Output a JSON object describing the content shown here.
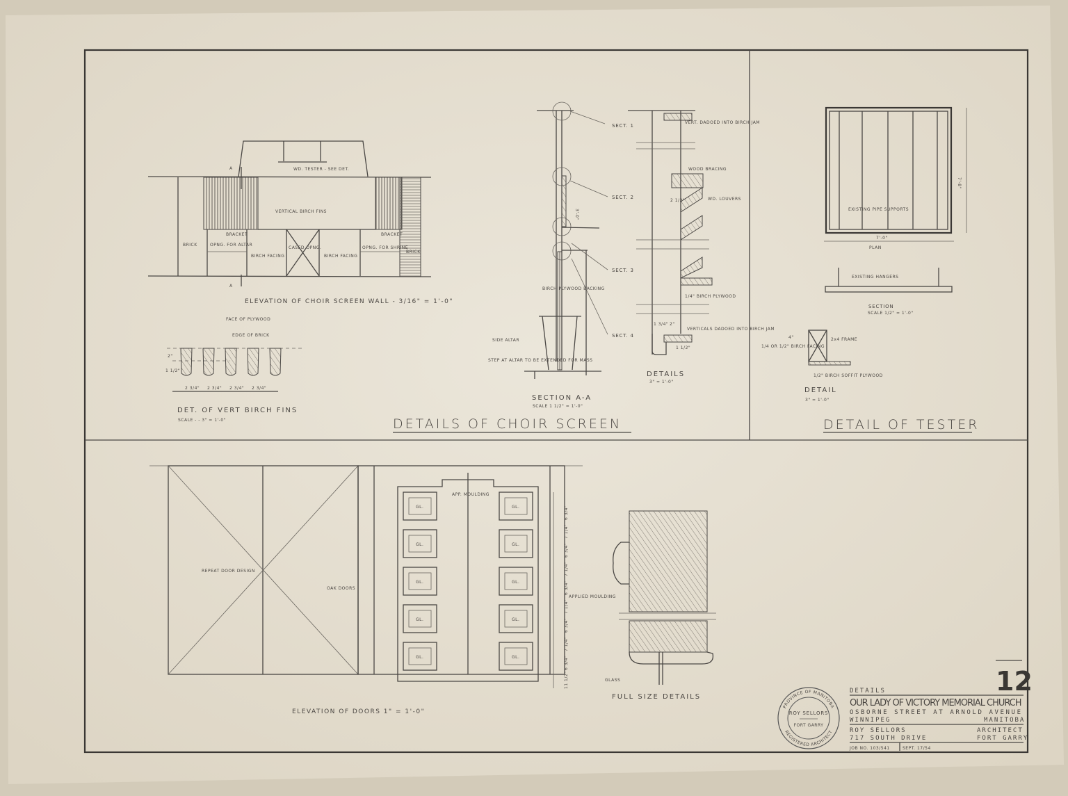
{
  "sheet_number": "12",
  "choir_screen": {
    "title": "DETAILS OF CHOIR SCREEN",
    "elevation": {
      "caption": "ELEVATION OF CHOIR SCREEN WALL - 3/16\" = 1'-0\"",
      "section_mark": "A",
      "labels": {
        "tester": "WD. TESTER - SEE DET.",
        "fins": "VERTICAL BIRCH FINS",
        "bracket_left": "BRACKET",
        "bracket_right": "BRACKET",
        "brick_left": "BRICK",
        "brick_right": "BRICK",
        "open_altar": "OPNG. FOR ALTAR",
        "birch_facing_left": "BIRCH FACING",
        "cased_opng": "CASED OPNG.",
        "birch_facing_right": "BIRCH FACING",
        "open_shrine": "OPNG. FOR SHRINE"
      }
    },
    "fins_detail": {
      "caption": "DET. OF VERT BIRCH FINS",
      "scale": "SCALE  -  -  3\" = 1'-0\"",
      "face_of_plywood": "FACE OF PLYWOOD",
      "edge_of_brick": "EDGE OF BRICK",
      "dims": [
        "2 3/4\"",
        "2 3/4\"",
        "2 3/4\"",
        "2 3/4\""
      ],
      "dim_vert_top": "2\"",
      "dim_vert_bottom": "1 1/2\""
    },
    "section": {
      "caption": "SECTION A-A",
      "scale": "SCALE 1 1/2\" = 1'-0\"",
      "sect_1": "SECT. 1",
      "sect_2": "SECT. 2",
      "sect_3": "SECT. 3",
      "sect_4": "SECT. 4",
      "dim": "3'-0\"",
      "backing": "BIRCH PLYWOOD BACKING",
      "side_altar": "SIDE ALTAR",
      "step_note": "STEP AT ALTAR TO BE EXTENDED FOR MASS"
    },
    "details": {
      "caption": "DETAILS",
      "scale": "3\" = 1'-0\"",
      "vert_dadoed": "VERT. DADOED INTO BIRCH JAM",
      "wood_bracing": "WOOD BRACING",
      "louvers": "WD. LOUVERS",
      "dim_louver": "2 1/2\"",
      "plywood": "1/4\" BIRCH PLYWOOD",
      "verticals_dadoed": "VERTICALS DADOED INTO BIRCH JAM",
      "dim_a": "1 3/4\"",
      "dim_b": "2\"",
      "dim_c": "1 1/2\""
    }
  },
  "tester": {
    "title": "DETAIL OF TESTER",
    "plan_caption": "PLAN",
    "pipe_supports": "EXISTING PIPE SUPPORTS",
    "dim_width": "7'-0\"",
    "dim_depth": "7'-8\"",
    "section_caption": "SECTION",
    "section_scale": "SCALE 1/2\" = 1'-0\"",
    "hangers": "EXISTING HANGERS",
    "detail_caption": "DETAIL",
    "detail_scale": "3\" = 1'-0\"",
    "facing": "1/4 OR 1/2\" BIRCH FACING",
    "frame": "2x4 FRAME",
    "soffit": "1/2\" BIRCH SOFFIT PLYWOOD",
    "dim_small": "4\""
  },
  "doors": {
    "caption": "ELEVATION OF DOORS  1\" = 1'-0\"",
    "repeat": "REPEAT DOOR DESIGN",
    "oak_doors": "OAK DOORS",
    "moulding": "APP. MOULDING",
    "panel_label": "GL.",
    "dims": [
      "6 3/4\"",
      "7 1/4\"",
      "6 3/4\"",
      "7 1/4\"",
      "6 3/4\"",
      "7 1/4\"",
      "6 3/4\"",
      "7 1/4\"",
      "6 3/4\"",
      "11 1/2\""
    ]
  },
  "full_size": {
    "caption": "FULL SIZE DETAILS",
    "applied_moulding": "APPLIED MOULDING",
    "glass": "GLASS"
  },
  "title_block": {
    "sheet_title": "DETAILS",
    "project": "OUR LADY OF VICTORY MEMORIAL CHURCH",
    "address": "OSBORNE STREET AT ARNOLD AVENUE",
    "city": "WINNIPEG",
    "province": "MANITOBA",
    "architect": "ROY SELLORS",
    "architect_title": "ARCHITECT",
    "architect_address": "717 SOUTH DRIVE",
    "architect_city": "FORT GARRY",
    "job_no": "JOB NO. 103/541",
    "date": "SEPT. 17/54"
  },
  "stamp": {
    "top": "PROVINCE OF MANITOBA",
    "name": "ROY SELLORS",
    "place": "FORT GARRY",
    "bottom": "REGISTERED ARCHITECT"
  },
  "colors": {
    "paper": "#e6e0d3",
    "ink": "#4a4744"
  }
}
